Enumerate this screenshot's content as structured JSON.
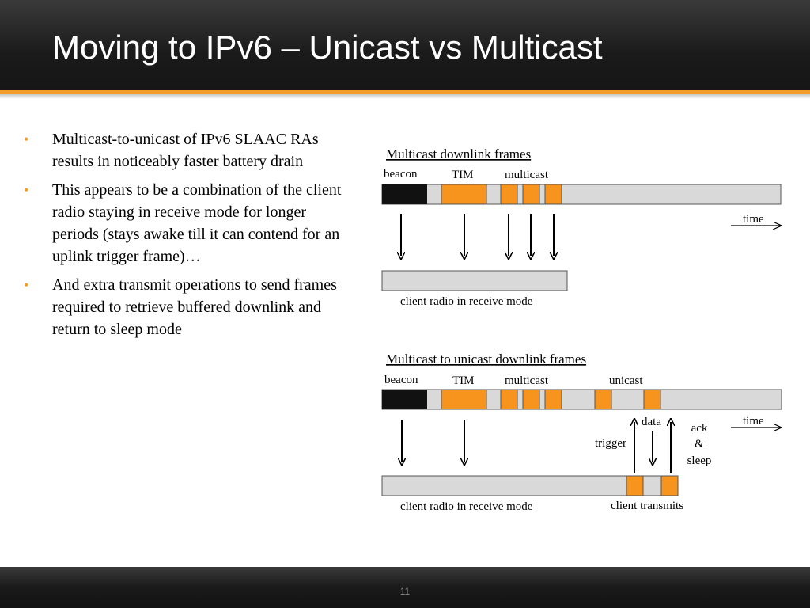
{
  "slide": {
    "title": "Moving to IPv6 – Unicast vs Multicast",
    "page_number": "11",
    "accent_color": "#f39c29"
  },
  "bullets": [
    "Multicast-to-unicast of IPv6 SLAAC RAs results in noticeably faster battery drain",
    "This appears to be a combination of the client radio staying in receive mode for longer periods (stays awake till it can contend for an uplink trigger frame)…",
    "And extra transmit operations to send frames required to retrieve buffered downlink and return to sleep mode"
  ],
  "diagram": {
    "colors": {
      "orange": "#f7941d",
      "gray": "#d9d9d9",
      "black": "#111111"
    },
    "multicast": {
      "heading": "Multicast downlink frames",
      "beacon_label": "beacon",
      "tim_label": "TIM",
      "multicast_label": "multicast",
      "time_label": "time",
      "receive_label": "client radio in receive mode"
    },
    "unicast": {
      "heading": "Multicast to unicast downlink frames",
      "beacon_label": "beacon",
      "tim_label": "TIM",
      "multicast_label": "multicast",
      "unicast_label": "unicast",
      "time_label": "time",
      "data_label": "data",
      "trigger_label": "trigger",
      "ack_label": "ack",
      "amp_label": "&",
      "sleep_label": "sleep",
      "receive_label": "client radio in receive mode",
      "transmit_label": "client transmits"
    }
  }
}
